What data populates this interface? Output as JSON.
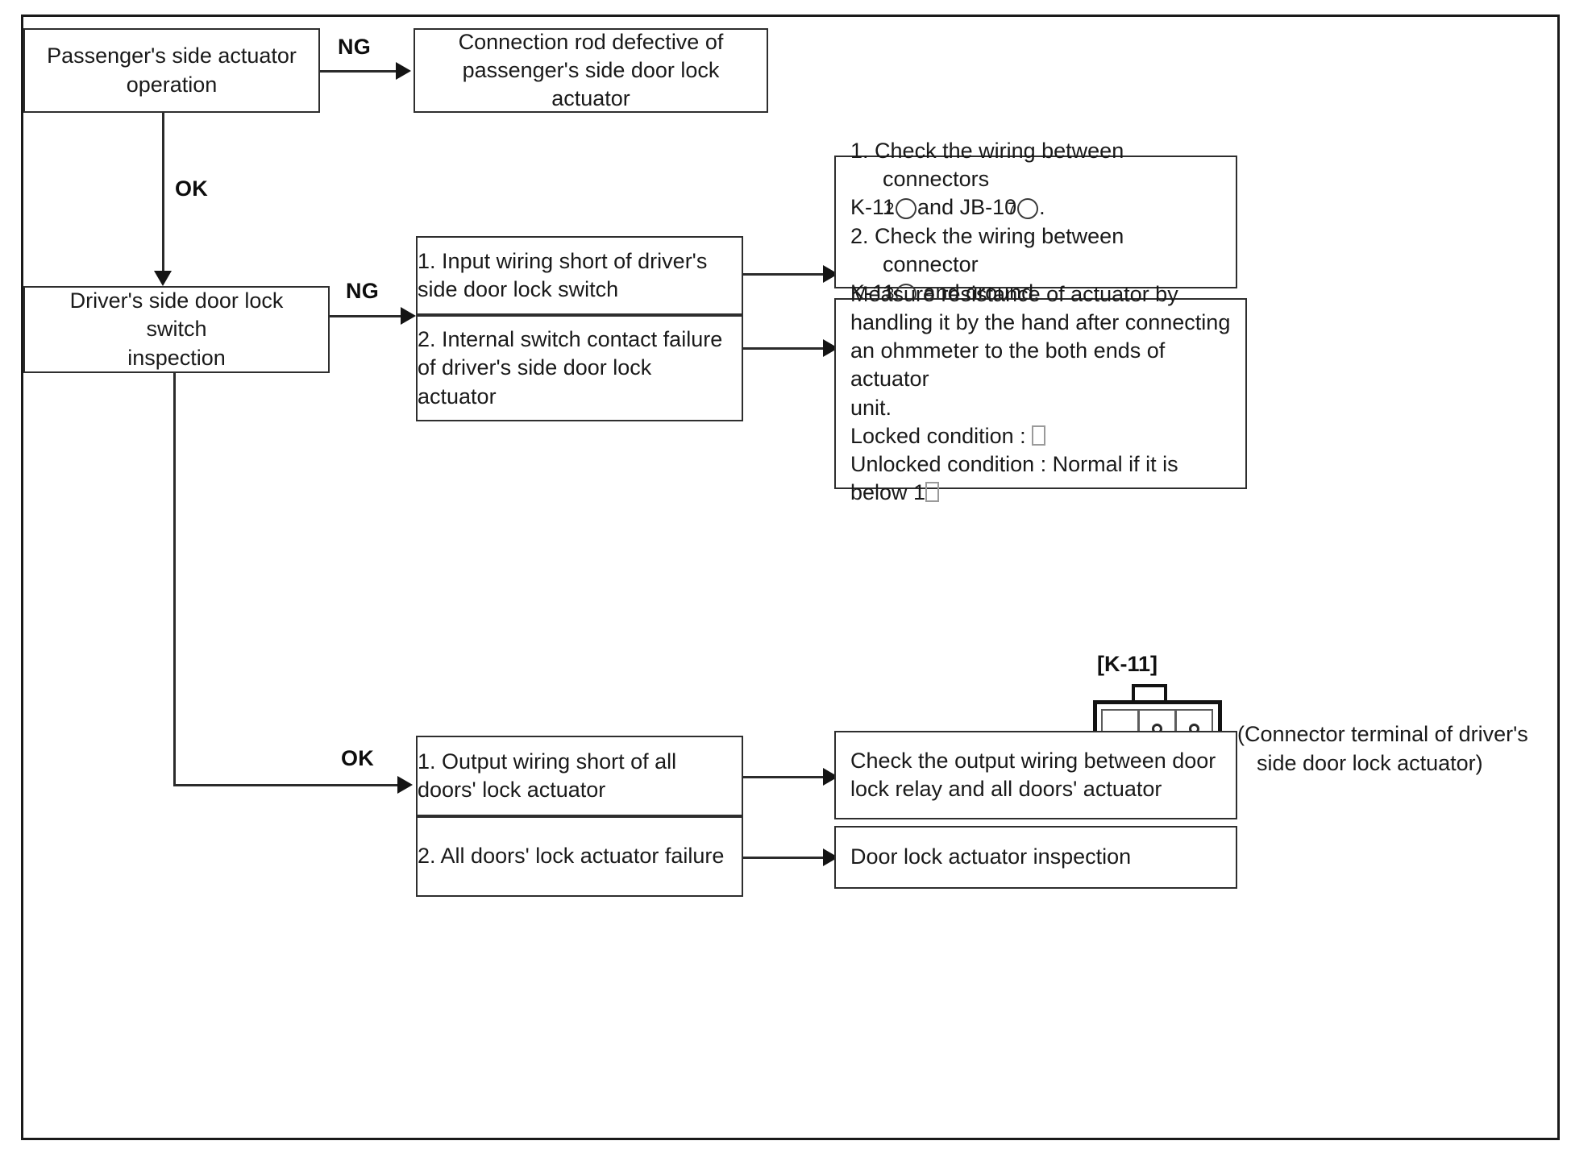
{
  "diagram": {
    "type": "troubleshooting-flow-chart",
    "nodes": {
      "passenger_actuator": {
        "line1": "Passenger's side actuator",
        "line2": "operation"
      },
      "connection_rod": {
        "line1": "Connection rod defective of",
        "line2": "passenger's side door lock actuator"
      },
      "driver_switch_inspection": {
        "line1": "Driver's side door lock switch",
        "line2": "inspection"
      },
      "cause_1": {
        "num": "1.",
        "line1": "Input wiring short of driver's",
        "line2": "side door lock switch"
      },
      "cause_2": {
        "num": "2.",
        "line1": "Internal switch contact failure",
        "line2": "of driver's side door lock",
        "line3": "actuator"
      },
      "check_wiring": {
        "item1_num": "1.",
        "item1_line1": "Check the wiring between connectors",
        "item1_line2_pre": "K-11",
        "item1_line2_circ1": "2",
        "item1_line2_mid": "and JB-10",
        "item1_line2_circ2": "7",
        "item1_line2_post": ".",
        "item2_num": "2.",
        "item2_line1": "Check the wiring between connector",
        "item2_line2_pre": "K-11",
        "item2_line2_circ1": "3",
        "item2_line2_post": " and ground."
      },
      "measure_resistance": {
        "line1": "Measure resistance of actuator by",
        "line2": "handling it by the hand after connecting",
        "line3": "an ohmmeter to the both ends of actuator",
        "line4": "unit.",
        "line5_pre": "Locked condition : ",
        "line5_unit": "□",
        "line6_pre": "Unlocked condition : Normal if it is below 1",
        "line6_unit": "□"
      },
      "output_cause_1": {
        "num": "1.",
        "line1": "Output wiring short of all",
        "line2": "doors' lock actuator"
      },
      "output_cause_2": {
        "num": "2.",
        "line1": "All doors' lock actuator failure"
      },
      "check_output_wiring": {
        "line1": "Check the output wiring between door",
        "line2": "lock relay and all doors' actuator"
      },
      "door_lock_inspection": {
        "line1": "Door lock actuator inspection"
      }
    },
    "edge_labels": {
      "ng_top": "NG",
      "ok_top": "OK",
      "ng_mid": "NG",
      "ok_bottom": "OK"
    },
    "connector": {
      "tag": "[K-11]",
      "caption_line1": "(Connector terminal of driver's",
      "caption_line2": "side door lock actuator)",
      "rows": 2,
      "columns": 3,
      "pins": [
        {
          "row": 1,
          "col": 2,
          "marked": true
        },
        {
          "row": 1,
          "col": 3,
          "marked": true
        }
      ]
    },
    "colors": {
      "frame": "#1a1a1a",
      "box_border": "#2e2e2e",
      "line": "#2b2b2b",
      "text": "#1a1a1a",
      "background": "#ffffff"
    }
  }
}
